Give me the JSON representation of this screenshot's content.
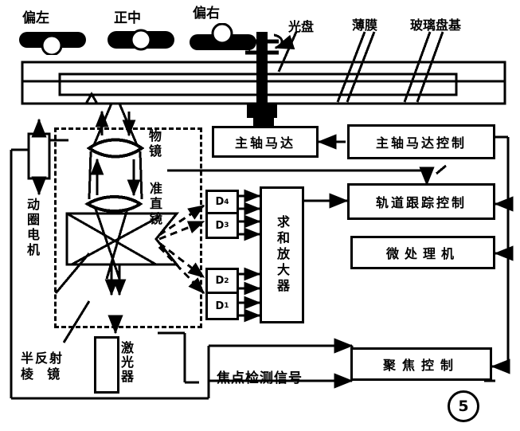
{
  "figure": {
    "number": "5",
    "kind": "optical-disc-drive-block-diagram"
  },
  "spot_indicators": [
    {
      "id": "left",
      "label": "偏左",
      "meaning": "biased-left",
      "spot_offset": "low"
    },
    {
      "id": "center",
      "label": "正中",
      "meaning": "centered",
      "spot_offset": "middle"
    },
    {
      "id": "right",
      "label": "偏右",
      "meaning": "biased-right",
      "spot_offset": "high"
    }
  ],
  "disc_labels": [
    {
      "id": "disc",
      "label": "光盘"
    },
    {
      "id": "film",
      "label": "薄膜"
    },
    {
      "id": "substrate",
      "label": "玻璃盘基"
    }
  ],
  "optics_labels": [
    {
      "id": "objective",
      "label": "物镜"
    },
    {
      "id": "collimator",
      "label": "准直镜"
    },
    {
      "id": "voice-coil",
      "label": "动圈电机"
    },
    {
      "id": "prism",
      "label": "半反射\n棱  镜"
    },
    {
      "id": "laser",
      "label": "激光器"
    }
  ],
  "detectors": [
    {
      "id": "d4",
      "label": "D",
      "sub": "4"
    },
    {
      "id": "d3",
      "label": "D",
      "sub": "3"
    },
    {
      "id": "d2",
      "label": "D",
      "sub": "2"
    },
    {
      "id": "d1",
      "label": "D",
      "sub": "1"
    }
  ],
  "blocks": [
    {
      "id": "sum-amp",
      "label": "求和放大器",
      "orientation": "vertical"
    },
    {
      "id": "spindle-motor",
      "label": "主轴马达"
    },
    {
      "id": "spindle-control",
      "label": "主轴马达控制"
    },
    {
      "id": "track-control",
      "label": "轨道跟踪控制"
    },
    {
      "id": "microprocessor",
      "label": "微处理机"
    },
    {
      "id": "focus-control",
      "label": "聚焦控制"
    }
  ],
  "signals": [
    {
      "id": "focus-detect",
      "label": "焦点检测信号"
    }
  ],
  "colors": {
    "ink": "#000000",
    "paper": "#ffffff"
  }
}
